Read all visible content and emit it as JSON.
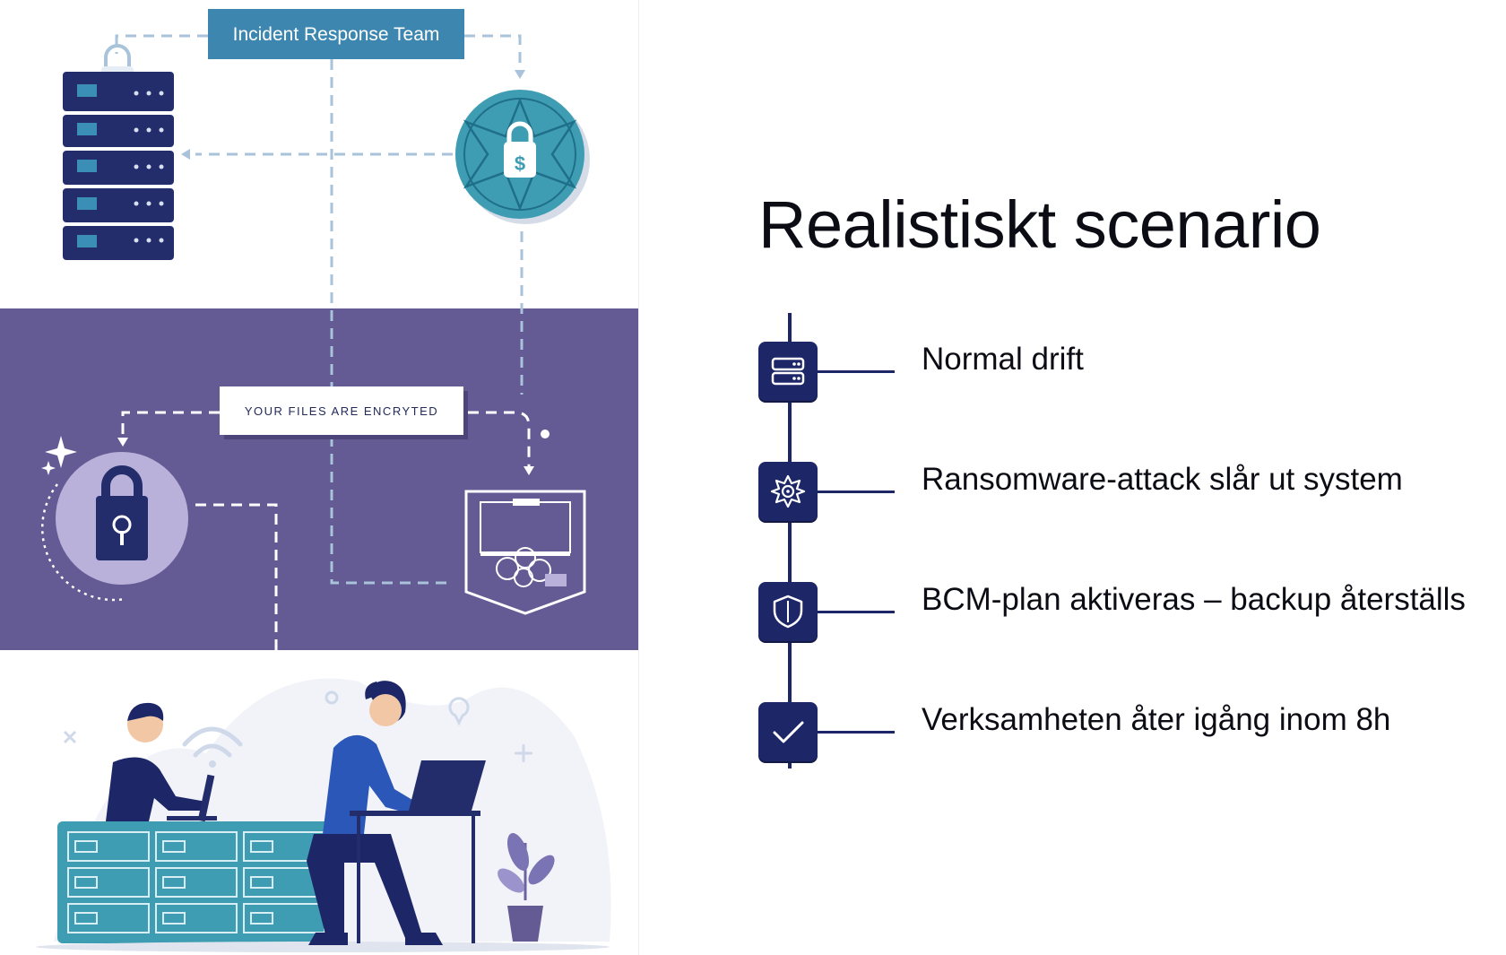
{
  "illustration": {
    "team_banner": "Incident Response Team",
    "ransom_note": "YOUR FILES ARE ENCRYTED"
  },
  "title": "Realistiskt scenario",
  "steps": [
    {
      "label": "Normal drift",
      "icon": "server-icon"
    },
    {
      "label": "Ransomware-attack slår ut system",
      "icon": "virus-icon"
    },
    {
      "label": "BCM-plan aktiveras – backup återställs",
      "icon": "shield-icon"
    },
    {
      "label": "Verksamheten åter igång inom 8h",
      "icon": "checkmark-icon"
    }
  ],
  "colors": {
    "navy": "#1d2768",
    "purple_band": "#645a94",
    "teal": "#3f9db3",
    "banner": "#3d86b0",
    "lilac": "#b9b1da"
  }
}
